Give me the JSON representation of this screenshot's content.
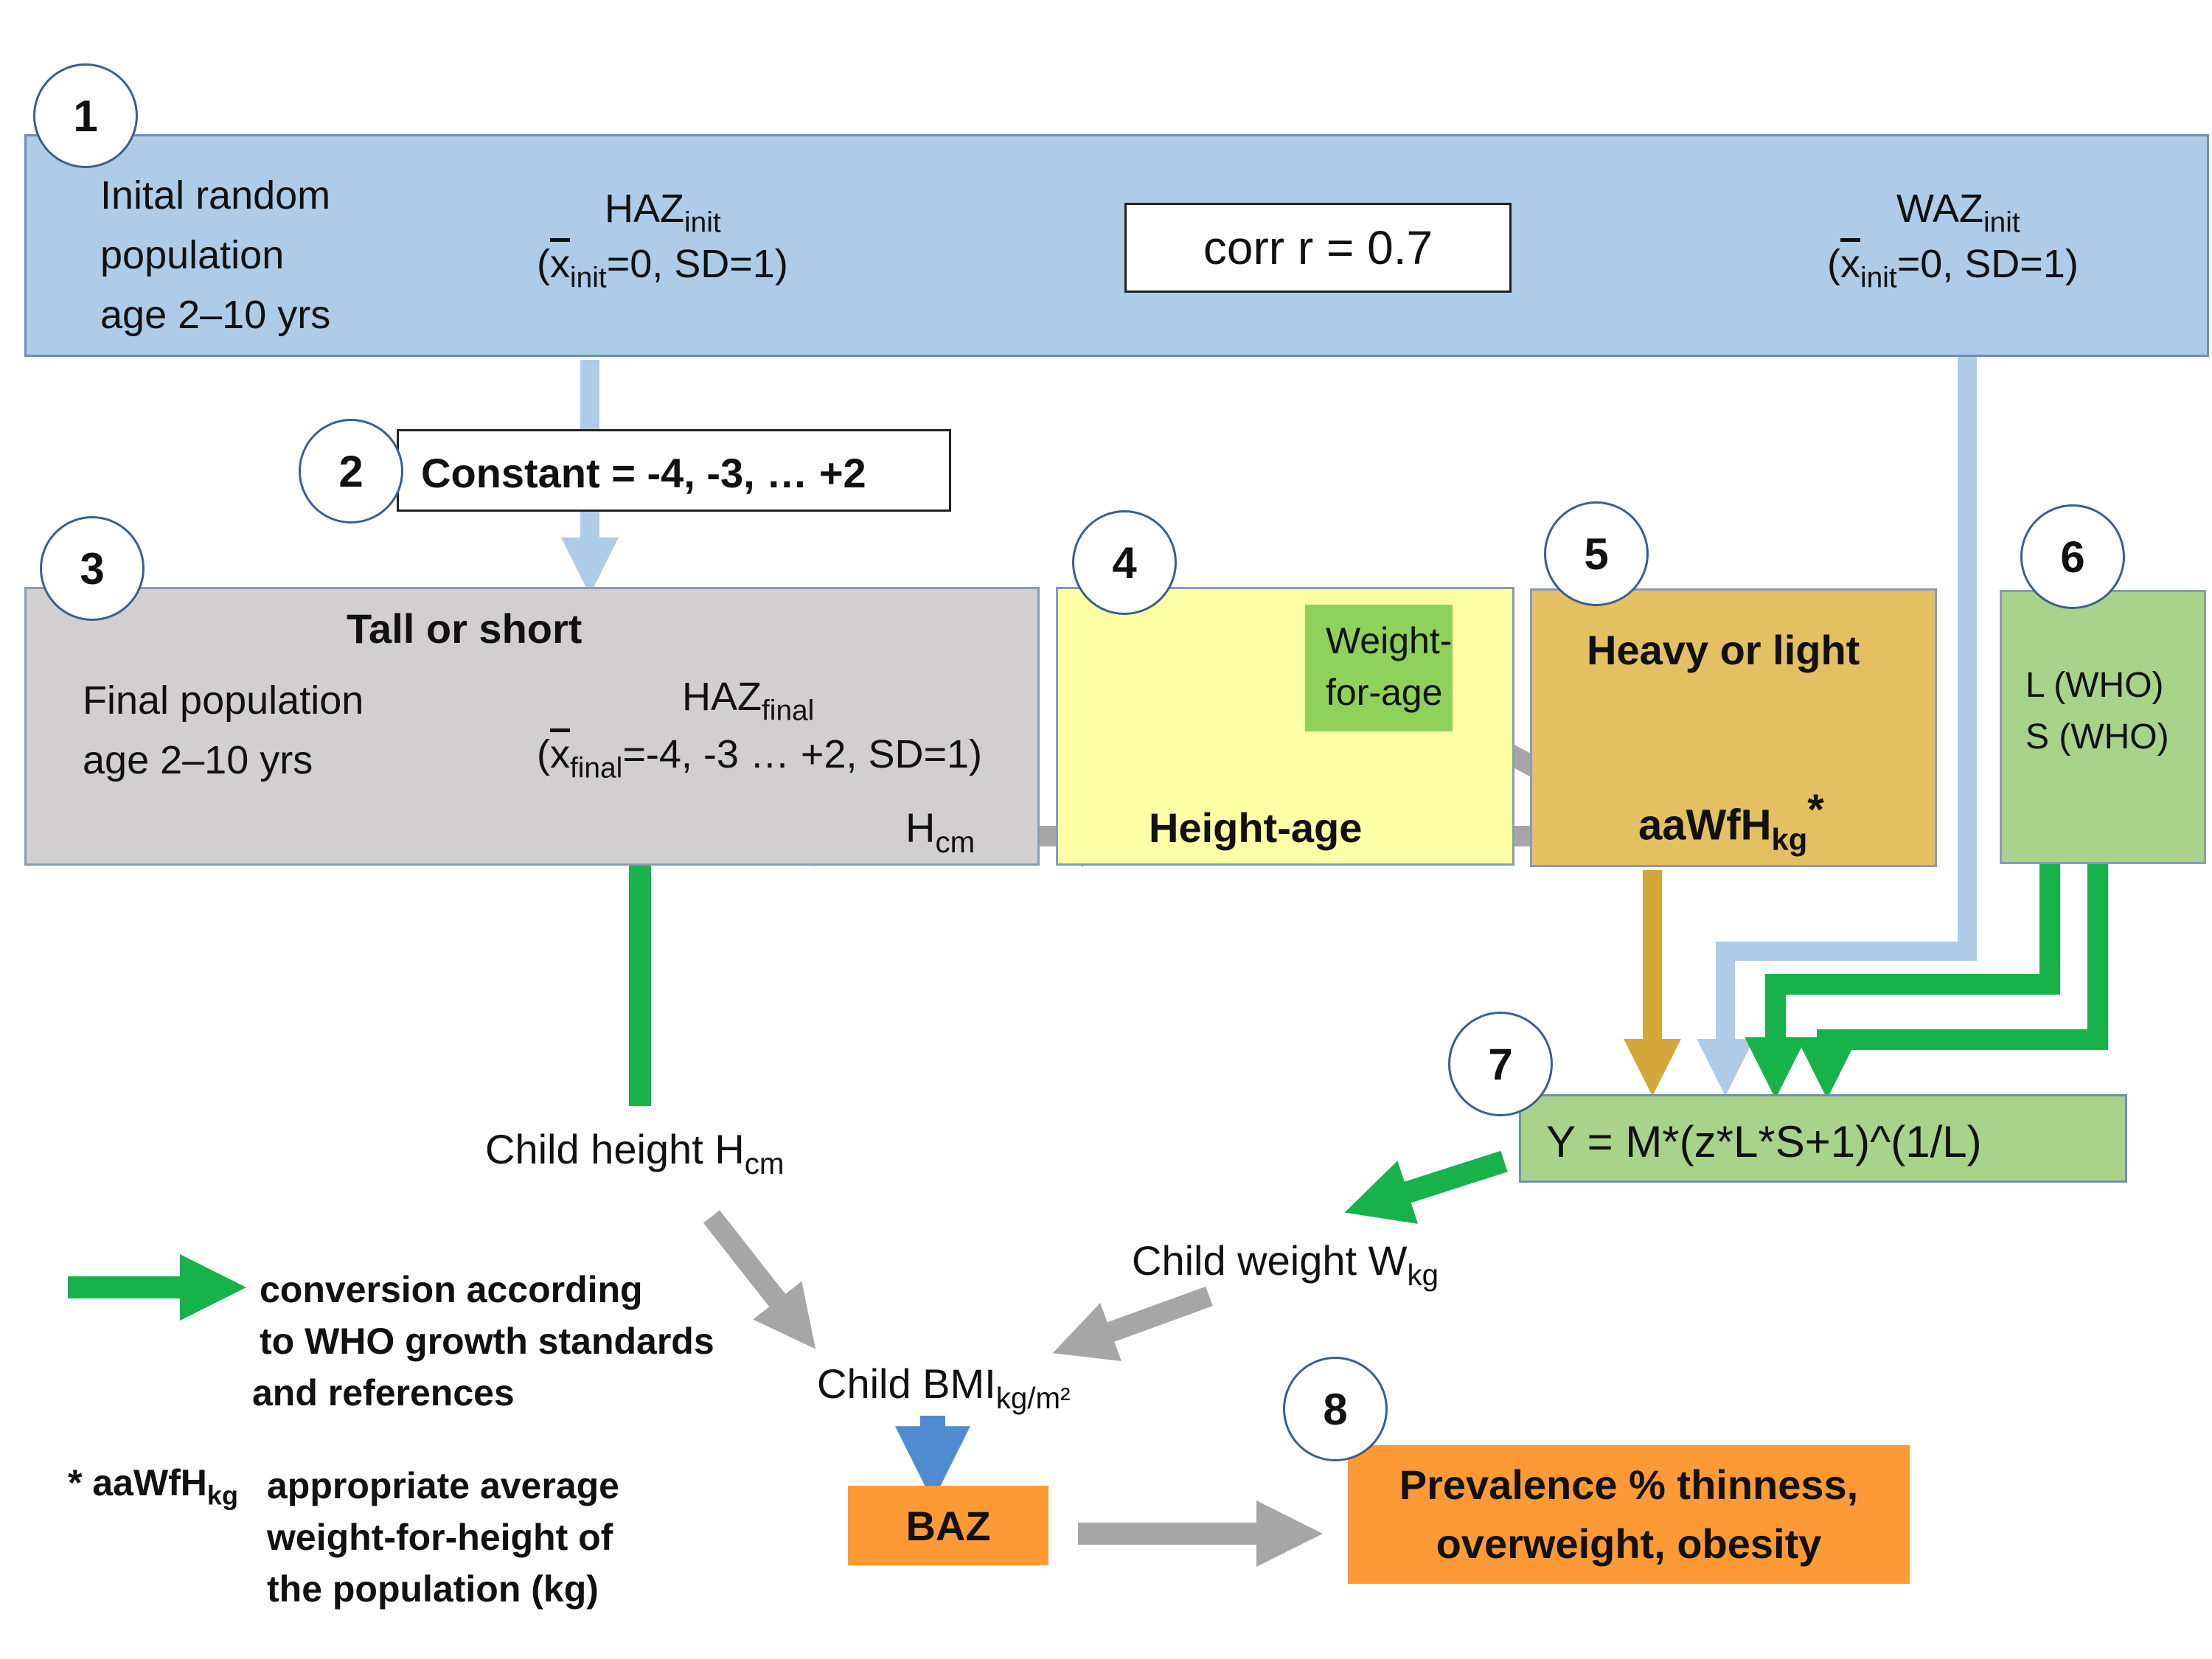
{
  "steps": {
    "s1": "1",
    "s2": "2",
    "s3": "3",
    "s4": "4",
    "s5": "5",
    "s6": "6",
    "s7": "7",
    "s8": "8"
  },
  "box1": {
    "label_l1": "Inital random",
    "label_l2": "population",
    "label_l3": "age 2–10 yrs",
    "haz": "HAZ",
    "haz_sub": "init",
    "haz_params_pre": "(",
    "haz_params_xbar": "x",
    "haz_params_sub": "init",
    "haz_params_post": "=0, SD=1)",
    "corr": "corr r = 0.7",
    "waz": "WAZ",
    "waz_sub": "init",
    "waz_params_pre": "(",
    "waz_params_xbar": "x",
    "waz_params_sub": "init",
    "waz_params_post": "=0, SD=1)"
  },
  "box2": {
    "constant": "Constant = -4, -3, …  +2"
  },
  "box3": {
    "title": "Tall or short",
    "label_l1": "Final  population",
    "label_l2": "age 2–10 yrs",
    "haz": "HAZ",
    "haz_sub": "final",
    "params_pre": "(",
    "params_xbar": "x",
    "params_sub": "final",
    "params_post": "=-4, -3 … +2, SD=1)",
    "h": "H",
    "h_sub": "cm"
  },
  "box4": {
    "wfa_l1": "Weight-",
    "wfa_l2": "for-age",
    "height_age": "Height-age"
  },
  "box5": {
    "title": "Heavy or light",
    "aawfh": "aaWfH",
    "aawfh_sub": "kg",
    "aawfh_star": "*"
  },
  "box6": {
    "l": "L (WHO)",
    "s": "S (WHO)"
  },
  "box7": {
    "formula": "Y = M*(z*L*S+1)^(1/L)"
  },
  "outputs": {
    "child_height": "Child height H",
    "child_height_sub": "cm",
    "child_weight": "Child weight W",
    "child_weight_sub": "kg",
    "child_bmi": "Child BMI",
    "child_bmi_sub": "kg/m²",
    "baz": "BAZ",
    "prevalence_l1": "Prevalence % thinness,",
    "prevalence_l2": "overweight, obesity"
  },
  "legend": {
    "green_l1": "conversion according",
    "green_l2": "to WHO growth standards",
    "green_l3": "and references",
    "star_pre": "* aaWfH",
    "star_sub": "kg",
    "star_l1": "appropriate average",
    "star_l2": "weight-for-height of",
    "star_l3": "the population (kg)"
  },
  "colors": {
    "box1_fill": "#aecbe8",
    "box3_fill": "#d1cfcf",
    "box4_fill": "#ffffa6",
    "wfa_fill": "#8fd15a",
    "box5_fill": "#e3c062",
    "box6_fill": "#a9d28a",
    "box7_fill": "#a9d28a",
    "baz_fill": "#fd9a35",
    "prevalence_fill": "#fd9a35",
    "green_arrow": "#18b24b",
    "gray_arrow": "#a6a6a6",
    "lightblue_arrow": "#aecbe8",
    "gold_arrow": "#d4a73b",
    "blue_arrow": "#4f8bd0"
  }
}
